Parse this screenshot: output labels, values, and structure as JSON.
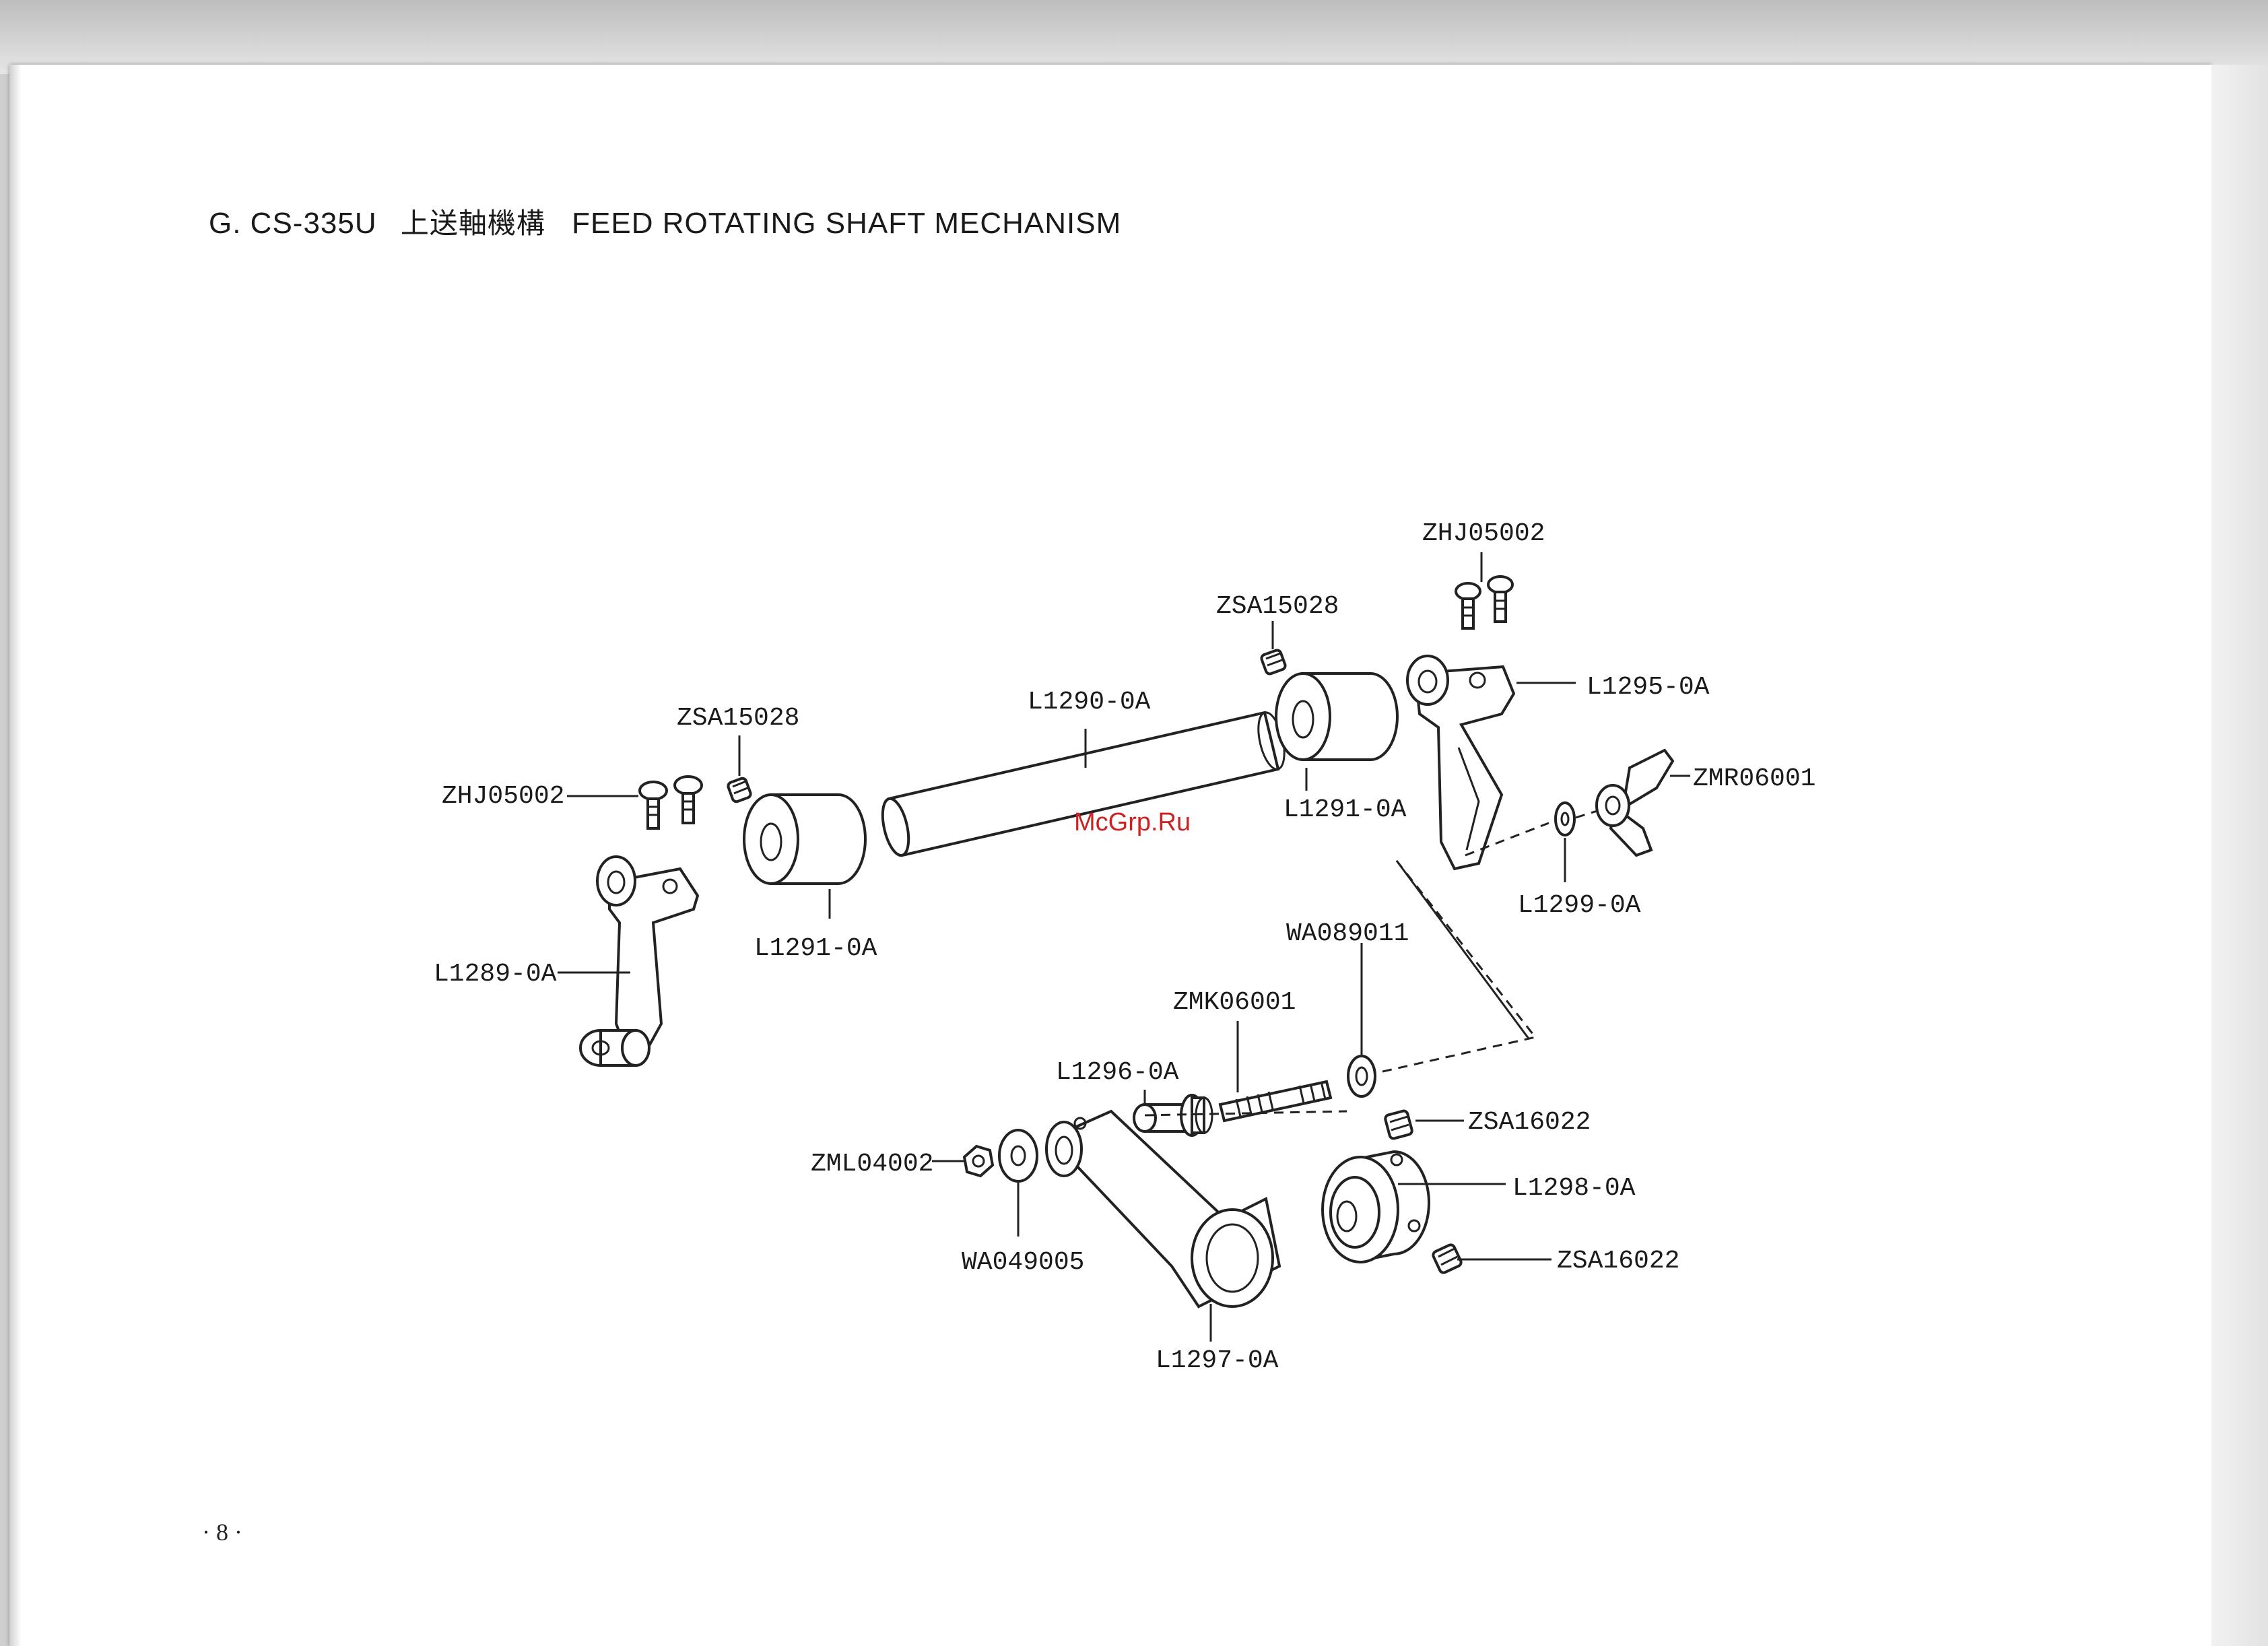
{
  "title": {
    "prefix": "G. CS-335U",
    "cjk": "上送軸機構",
    "english": "FEED ROTATING SHAFT MECHANISM"
  },
  "watermark": "McGrp.Ru",
  "page_number": "· 8 ·",
  "parts": [
    "ZHJ05002",
    "ZSA15028",
    "L1290-0A",
    "ZSA15028",
    "ZHJ05002",
    "L1295-0A",
    "ZMR06001",
    "L1291-0A",
    "L1291-0A",
    "L1289-0A",
    "L1299-0A",
    "WA089011",
    "ZMK06001",
    "L1296-0A",
    "ZSA16022",
    "ZML04002",
    "L1298-0A",
    "WA049005",
    "ZSA16022",
    "L1297-0A"
  ]
}
